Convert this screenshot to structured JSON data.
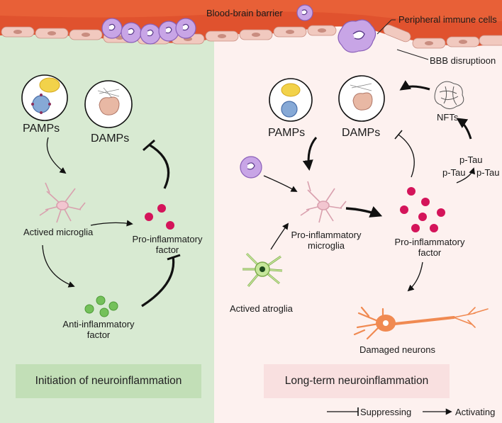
{
  "colors": {
    "left_panel": "#d8ead2",
    "right_panel": "#fdf1ef",
    "vessel": "#e0522e",
    "cell": "#f1c9bf",
    "immune": "#c8a5e6",
    "pro_factor": "#d4145a",
    "anti_factor": "#74c15a",
    "neuron": "#f08a52",
    "astroglia": "#c6e69a",
    "microglia": "#e8b3c0"
  },
  "header": {
    "bbb_label": "Blood-brain barrier",
    "peripheral_label": "Peripheral immune cells",
    "disruption_label": "BBB disruptioon"
  },
  "left": {
    "pamps": "PAMPs",
    "damps": "DAMPs",
    "microglia": "Actived microglia",
    "pro_line1": "Pro-inflammatory",
    "pro_line2": "factor",
    "anti_line1": "Anti-inflammatory",
    "anti_line2": "factor",
    "title": "Initiation of neuroinflammation"
  },
  "right": {
    "pamps": "PAMPs",
    "damps": "DAMPs",
    "nfts": "NFTs",
    "ptau": [
      "p-Tau",
      "p-Tau",
      "p-Tau"
    ],
    "microglia_line1": "Pro-inflammatory",
    "microglia_line2": "microglia",
    "pro_line1": "Pro-inflammatory",
    "pro_line2": "factor",
    "astroglia": "Actived atroglia",
    "neurons": "Damaged neurons",
    "title": "Long-term neuroinflammation"
  },
  "legend": {
    "suppressing": "Suppressing",
    "activating": "Activating"
  }
}
